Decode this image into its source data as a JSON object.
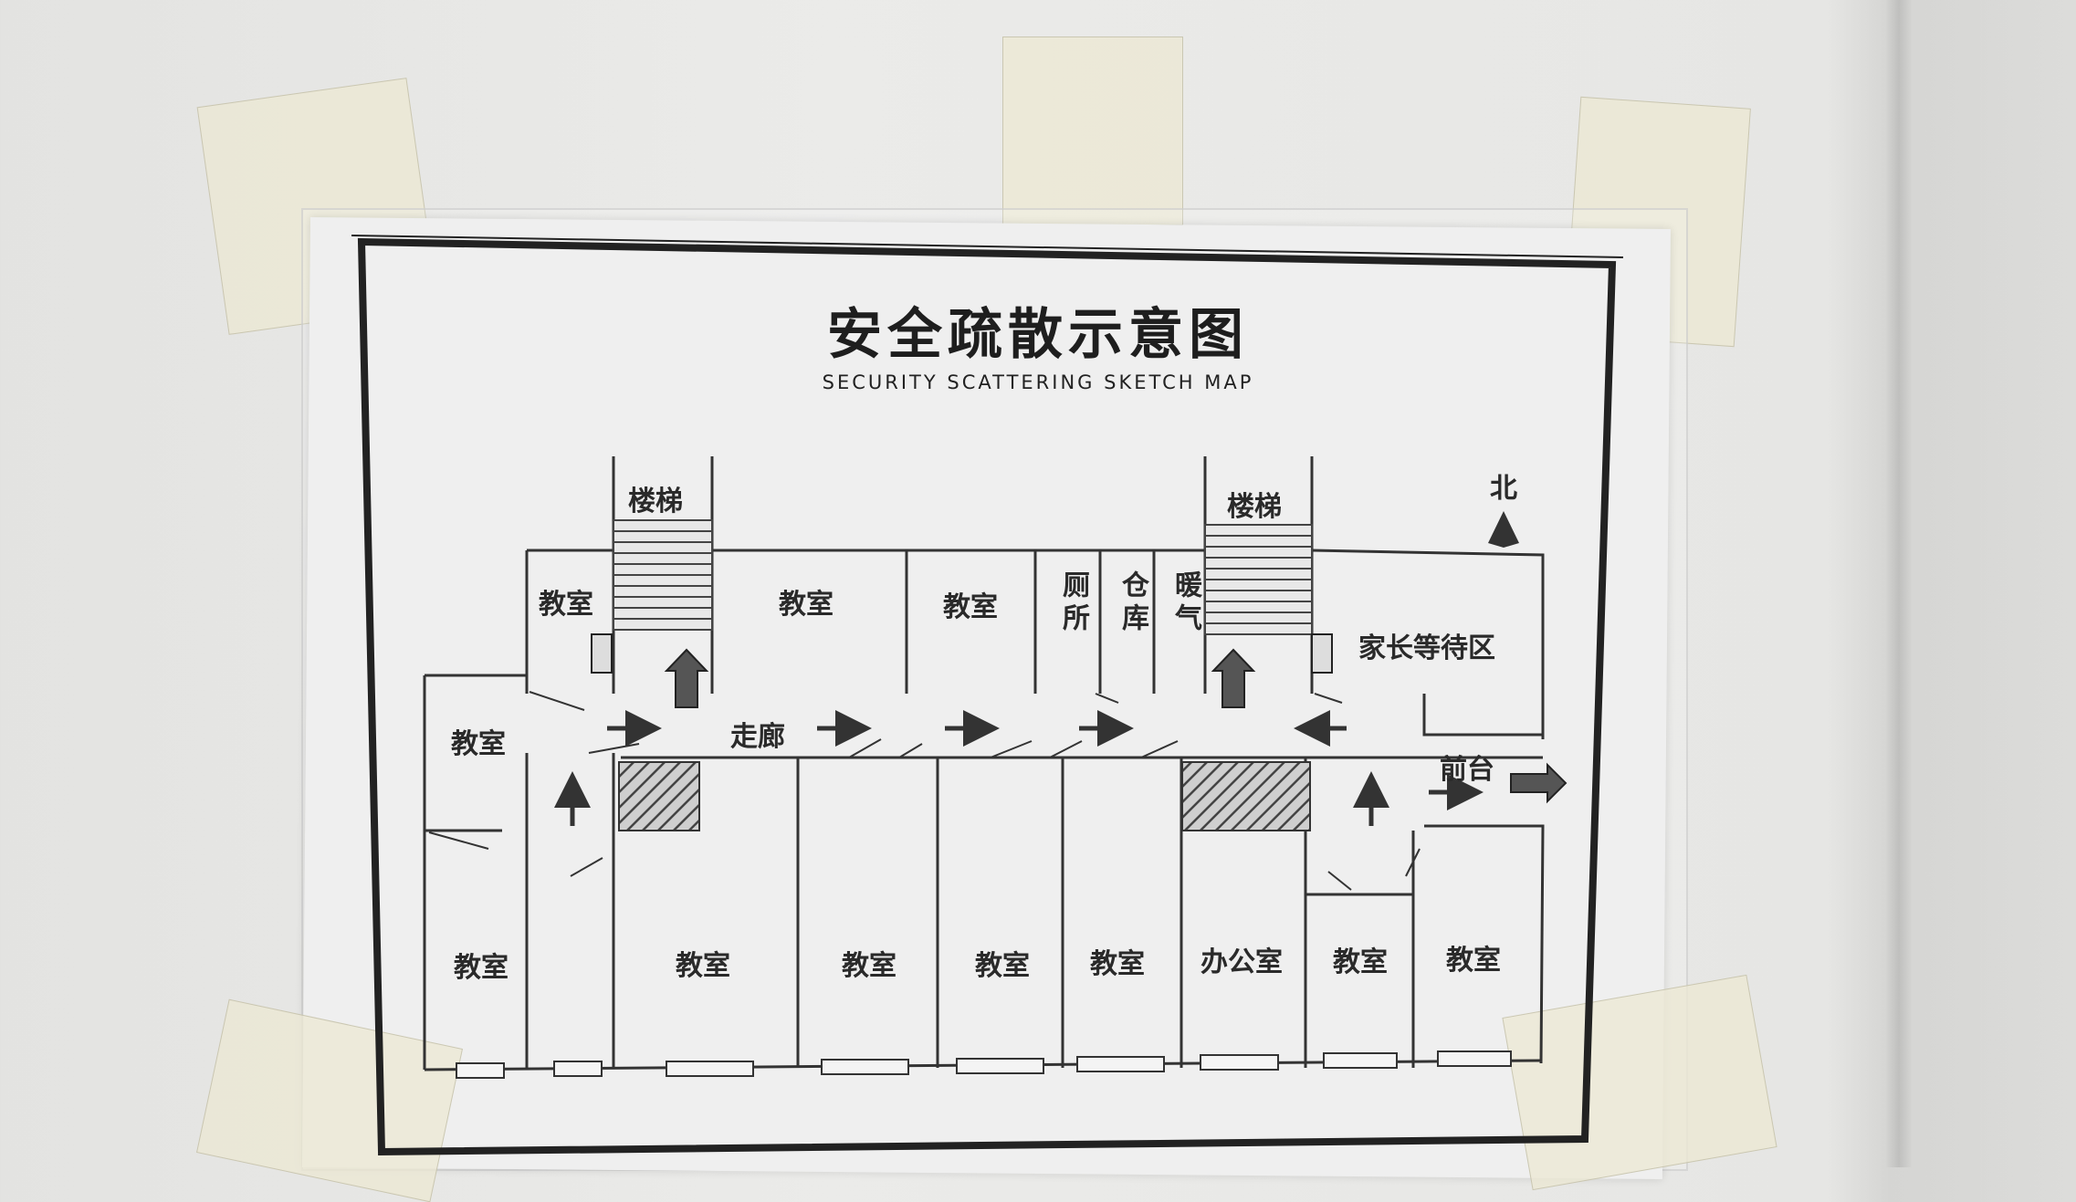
{
  "sign": {
    "title": "安全疏散示意图",
    "subtitle": "SECURITY SCATTERING SKETCH MAP",
    "north": "北"
  },
  "rooms": {
    "stair_west": "楼梯",
    "stair_east": "楼梯",
    "classroom_nw": "教室",
    "classroom_n1": "教室",
    "classroom_n2": "教室",
    "toilet": "厕所",
    "storage": "仓库",
    "heating": "暖气",
    "parent_wait": "家长等待区",
    "classroom_w": "教室",
    "corridor": "走廊",
    "front_desk": "前台",
    "classroom_s1": "教室",
    "classroom_s2": "教室",
    "classroom_s3": "教室",
    "classroom_s4": "教室",
    "classroom_s5": "教室",
    "office": "办公室",
    "classroom_s6": "教室",
    "classroom_s7": "教室"
  },
  "icons": [
    "north-arrow-icon",
    "exit-arrow-icon",
    "fire-hydrant-icon",
    "stairs-icon"
  ]
}
